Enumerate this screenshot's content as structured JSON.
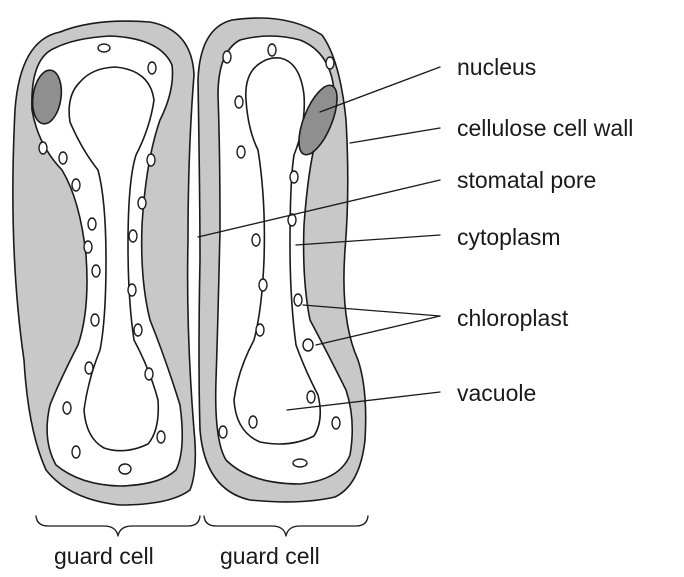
{
  "labels": {
    "nucleus": "nucleus",
    "cell_wall": "cellulose cell wall",
    "stomatal_pore": "stomatal pore",
    "cytoplasm": "cytoplasm",
    "chloroplast": "chloroplast",
    "vacuole": "vacuole",
    "guard_cell_left": "guard cell",
    "guard_cell_right": "guard cell"
  },
  "colors": {
    "cell_wall": "#c8c8c8",
    "nucleus": "#8f8f8f",
    "outline": "#1a1a1a",
    "cytoplasm": "#ffffff"
  }
}
